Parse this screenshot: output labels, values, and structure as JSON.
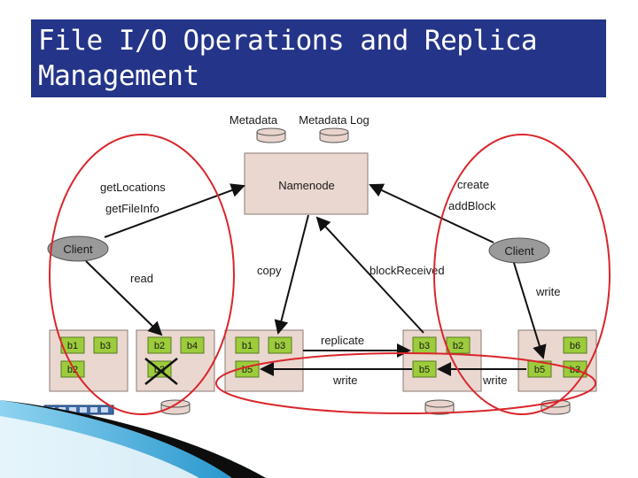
{
  "title": {
    "line1": "File I/O Operations and Replica",
    "line2": "Management"
  },
  "labels": {
    "metadata": "Metadata",
    "metadata_log": "Metadata Log",
    "namenode": "Namenode",
    "client_left": "Client",
    "client_right": "Client",
    "get_locations": "getLocations",
    "get_file_info": "getFileInfo",
    "read": "read",
    "copy": "copy",
    "block_received": "blockReceived",
    "create": "create",
    "add_block": "addBlock",
    "write_right": "write",
    "replicate": "replicate",
    "write_bottom_1": "write",
    "write_bottom_2": "write"
  },
  "datanodes": [
    {
      "blocks": [
        "b1",
        "b3",
        "b2"
      ]
    },
    {
      "blocks": [
        "b2",
        "b4",
        "b3"
      ]
    },
    {
      "blocks": [
        "b1",
        "b3",
        "b5"
      ]
    },
    {
      "blocks": [
        "b3",
        "b2",
        "b5"
      ]
    },
    {
      "blocks": [
        "b6",
        "b5",
        "b3"
      ]
    }
  ],
  "colors": {
    "title_bg": "#243488",
    "node_fill": "#ead7cf",
    "block_fill": "#9ccc3c",
    "ring": "#d9262c",
    "client_fill": "#9a9a9a",
    "disk_fill": "#e8d4cc"
  }
}
